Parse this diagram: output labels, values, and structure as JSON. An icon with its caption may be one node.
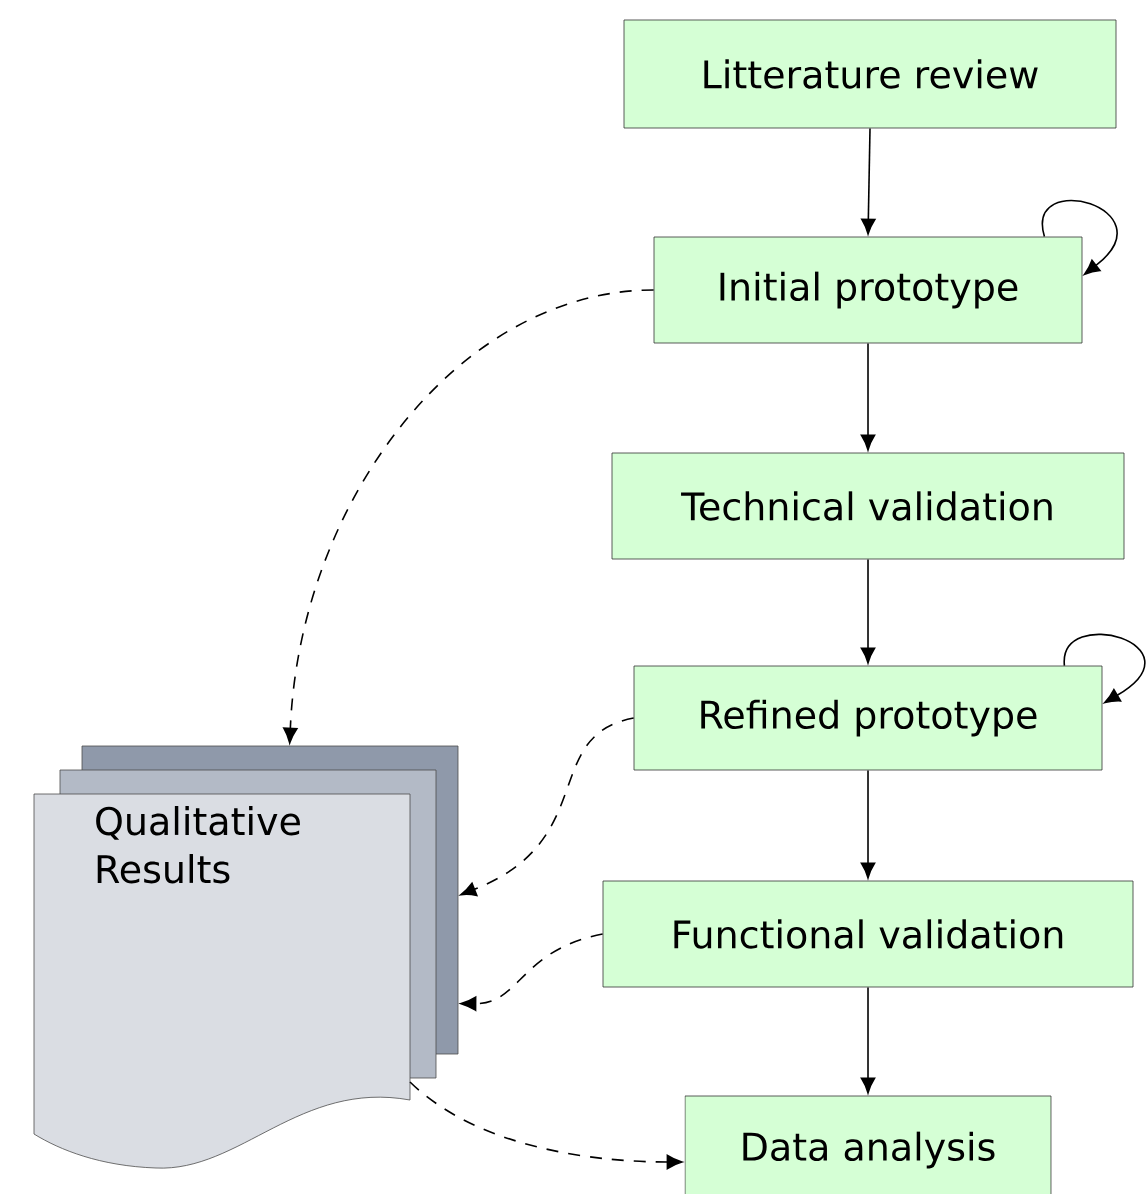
{
  "diagram": {
    "nodes": [
      {
        "text": [
          "Litterature review"
        ]
      },
      {
        "text": [
          "Initial prototype"
        ]
      },
      {
        "text": [
          "Technical validation"
        ]
      },
      {
        "text": [
          "Refined prototype"
        ]
      },
      {
        "text": [
          "Functional validation"
        ]
      },
      {
        "text": [
          "Data analysis"
        ]
      },
      {
        "text": [
          "Qualitative Results"
        ]
      }
    ],
    "edges": [
      {
        "from": 0,
        "to": 1,
        "arrow": "to"
      },
      {
        "from": 1,
        "to": 1,
        "arrow": "to"
      },
      {
        "from": 1,
        "to": 2,
        "arrow": "to"
      },
      {
        "from": 2,
        "to": 3,
        "arrow": "to"
      },
      {
        "from": 3,
        "to": 3,
        "arrow": "to"
      },
      {
        "from": 3,
        "to": 4,
        "arrow": "to"
      },
      {
        "from": 4,
        "to": 5,
        "arrow": "to"
      },
      {
        "from": 1,
        "to": 6,
        "arrow": "to",
        "style": "dashed"
      },
      {
        "from": 3,
        "to": 6,
        "arrow": "to",
        "style": "dashed"
      },
      {
        "from": 4,
        "to": 6,
        "arrow": "to",
        "style": "dashed"
      },
      {
        "from": 6,
        "to": 5,
        "arrow": "to",
        "style": "dashed"
      }
    ]
  }
}
